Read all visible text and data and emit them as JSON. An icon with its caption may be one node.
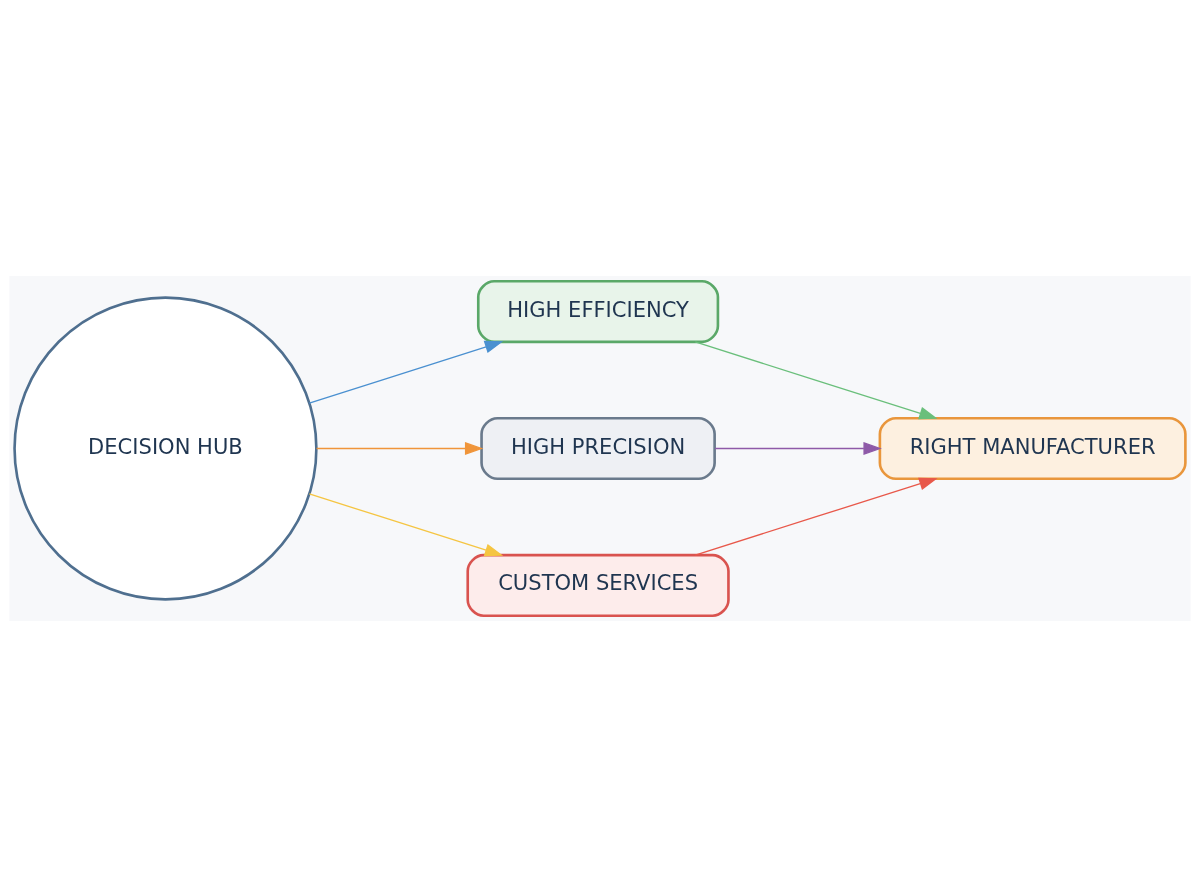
{
  "diagram": {
    "nodes": [
      {
        "text": [
          "DECISION HUB"
        ]
      },
      {
        "text": [
          "HIGH EFFICIENCY"
        ]
      },
      {
        "text": [
          "HIGH PRECISION"
        ]
      },
      {
        "text": [
          "CUSTOM SERVICES"
        ]
      },
      {
        "text": [
          "RIGHT MANUFACTURER"
        ]
      }
    ],
    "edges": [
      {
        "from": 0,
        "to": 1,
        "arrow": "to",
        "color": "#4a90d0"
      },
      {
        "from": 0,
        "to": 2,
        "arrow": "to",
        "color": "#f0953a"
      },
      {
        "from": 0,
        "to": 3,
        "arrow": "to",
        "color": "#f5c542"
      },
      {
        "from": 1,
        "to": 4,
        "arrow": "to",
        "color": "#6abf7b"
      },
      {
        "from": 2,
        "to": 4,
        "arrow": "to",
        "color": "#8e5aa8"
      },
      {
        "from": 3,
        "to": 4,
        "arrow": "to",
        "color": "#e8584a"
      }
    ]
  }
}
